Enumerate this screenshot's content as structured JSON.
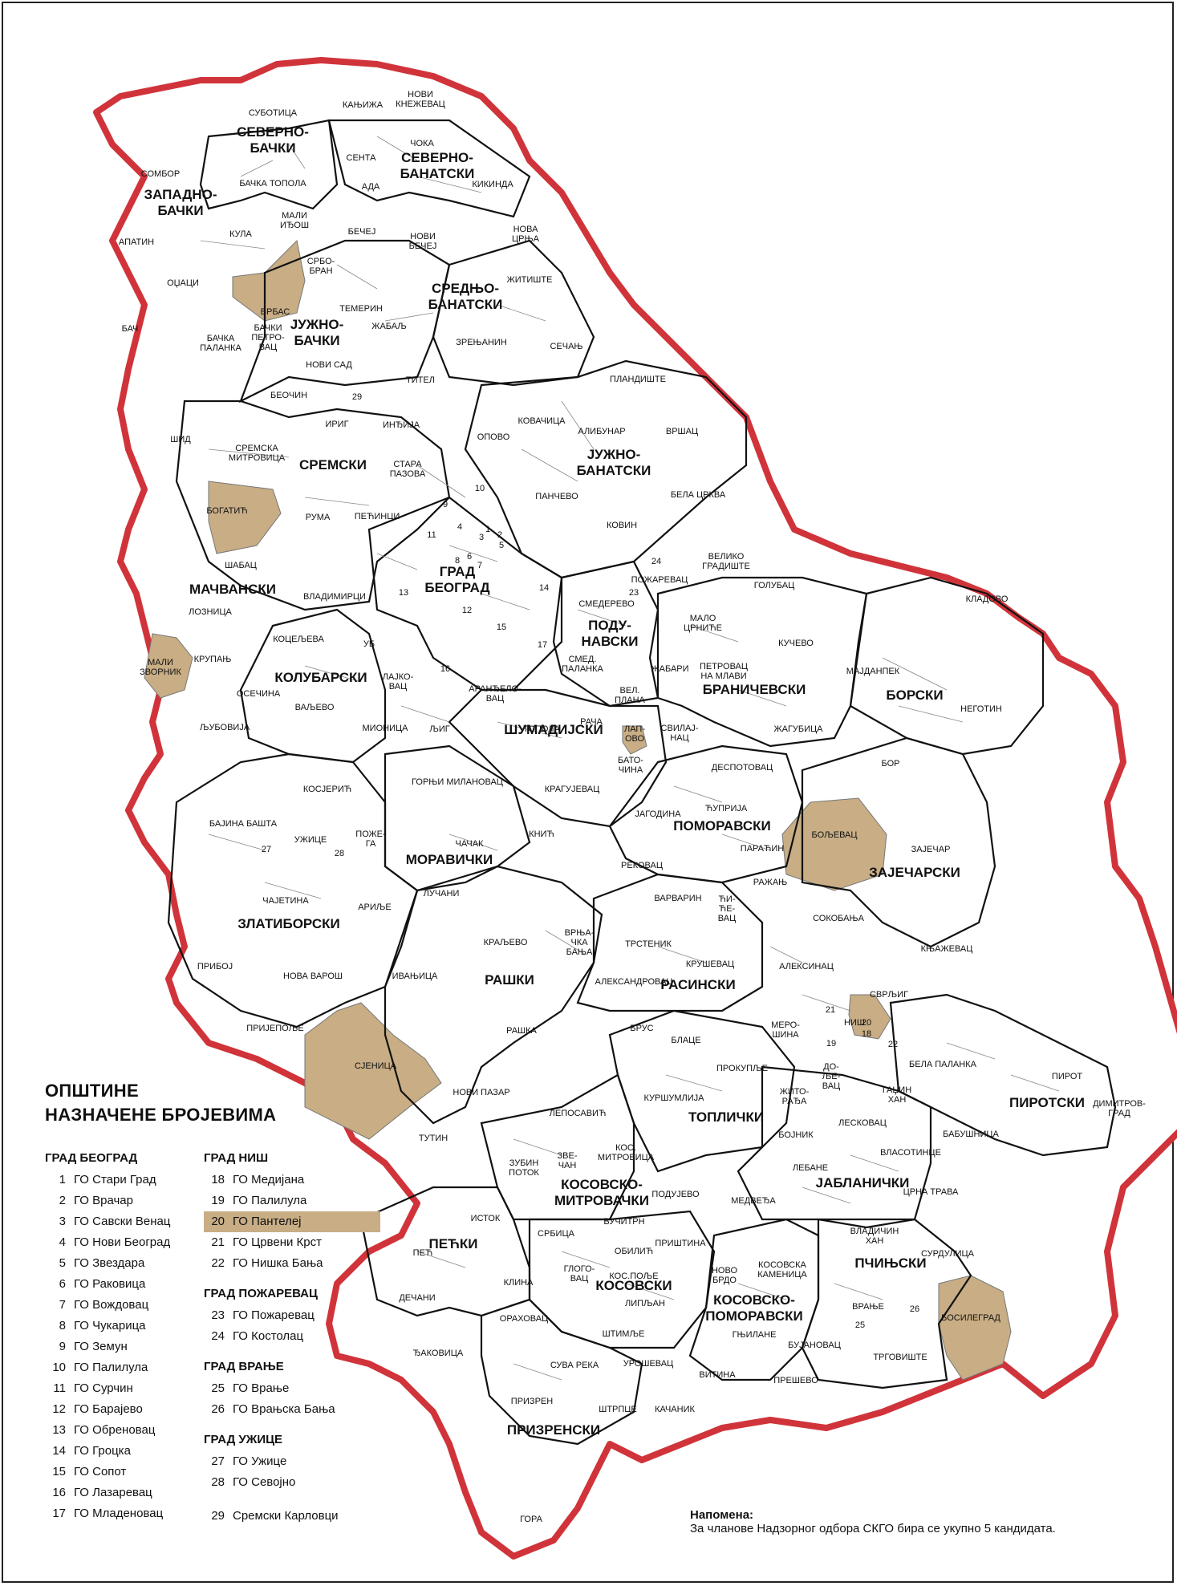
{
  "colors": {
    "outer_border": "#d0343a",
    "district_border": "#111111",
    "municipality_border": "#777777",
    "highlight": "#c8ad85"
  },
  "districts": {
    "severno_backi": "СЕВЕРНО-\nБАЧКИ",
    "zapadno_backi": "ЗАПАДНО-\nБАЧКИ",
    "juzno_backi": "ЈУЖНО-\nБАЧКИ",
    "severno_banatski": "СЕВЕРНО-\nБАНАТСКИ",
    "srednje_banatski": "СРЕДЊО-\nБАНАТСКИ",
    "juzno_banatski": "ЈУЖНО-\nБАНАТСКИ",
    "sremski": "СРЕМСКИ",
    "macvanski": "МАЧВАНСКИ",
    "grad_beograd": "ГРАД\nБЕОГРАД",
    "podunavski": "ПОДУ-\nНАВСКИ",
    "branicevski": "БРАНИЧЕВСКИ",
    "borski": "БОРСКИ",
    "kolubarski": "КОЛУБАРСКИ",
    "sumadijski": "ШУМАДИЈСКИ",
    "pomoravski": "ПОМОРАВСКИ",
    "zajecarski": "ЗАЈЕЧАРСКИ",
    "moravicki": "МОРАВИЧКИ",
    "zlatiborski": "ЗЛАТИБОРСКИ",
    "raski": "РАШКИ",
    "rasinski": "РАСИНСКИ",
    "toplicki": "ТОПЛИЧКИ",
    "pirotski": "ПИРОТСКИ",
    "jablanicki": "ЈАБЛАНИЧКИ",
    "kosovsko_mitrovacki": "КОСОВСКО-\nМИТРОВАЧКИ",
    "pecki": "ПЕЋКИ",
    "kosovski": "КОСОВСКИ",
    "kosovsko_pomoravski": "КОСОВСКО-\nПОМОРАВСКИ",
    "pcinjski": "ПЧИЊСКИ",
    "prizrenski": "ПРИЗРЕНСКИ"
  },
  "municipalities": {
    "subotica": "СУБОТИЦА",
    "kanjiza": "КАЊИЖА",
    "novi_knezevac": "НОВИ\nКНЕЖЕВАЦ",
    "sombor": "СОМБОР",
    "senta": "СЕНТА",
    "coka": "ЧОКА",
    "backa_topola": "БАЧКА ТОПОЛА",
    "ada": "АДА",
    "kikinda": "КИКИНДА",
    "mali_idjos": "МАЛИ\nИЂОШ",
    "kula": "КУЛА",
    "apatin": "АПАТИН",
    "becej": "БЕЧЕЈ",
    "novi_becej": "НОВИ\nБЕЧЕЈ",
    "nova_crnja": "НОВА\nЦРЊА",
    "srbobran": "СРБО-\nБРАН",
    "vrbas": "ВРБАС",
    "odzaci": "ОЏАЦИ",
    "zitiste": "ЖИТИШТЕ",
    "temerin": "ТЕМЕРИН",
    "bac": "БАЧ",
    "backa_palanka": "БАЧКА\nПАЛАНКА",
    "backi_petrovac": "БАЧКИ\nПЕТРО-\nВАЦ",
    "zabalj": "ЖАБАЉ",
    "zrenjanin": "ЗРЕЊАНИН",
    "secanj": "СЕЧАЊ",
    "novi_sad": "НОВИ САД",
    "titel": "ТИТЕЛ",
    "plandiste": "ПЛАНДИШТЕ",
    "beocin": "БЕОЧИН",
    "kovacica": "КОВАЧИЦА",
    "alibunar": "АЛИБУНАР",
    "vrsac": "ВРШАЦ",
    "sid": "ШИД",
    "irig": "ИРИГ",
    "indjija": "ИНЂИЈА",
    "opovo": "ОПОВО",
    "sremska_mitrovica": "СРЕМСКА\nМИТРОВИЦА",
    "stara_pazova": "СТАРА\nПАЗОВА",
    "bela_crkva": "БЕЛА ЦРКВА",
    "bogatic": "БОГАТИЋ",
    "ruma": "РУМА",
    "pecinci": "ПЕЋИНЦИ",
    "pancevo": "ПАНЧЕВО",
    "kovin": "КОВИН",
    "sabac": "ШАБАЦ",
    "pozarevac": "ПОЖАРЕВАЦ",
    "veliko_gradiste": "ВЕЛИКО\nГРАДИШТЕ",
    "golubac": "ГОЛУБАЦ",
    "kladovo": "КЛАДОВО",
    "loznica": "ЛОЗНИЦА",
    "vladimirci": "ВЛАДИМИРЦИ",
    "smederevo": "СМЕДЕРЕВО",
    "malo_crnice": "МАЛО\nЦРНИЋЕ",
    "koceljeva": "КОЦЕЉЕВА",
    "ub": "УБ",
    "kucevo": "КУЧЕВО",
    "mali_zvornik": "МАЛИ\nЗВОРНИК",
    "krupanj": "КРУПАЊ",
    "smed_palanka": "СМЕД.\nПАЛАНКА",
    "zabari": "ЖАБАРИ",
    "petrovac_na_mlavi": "ПЕТРОВАЦ\nНА МЛАВИ",
    "majdanpek": "МАЈДАНПЕК",
    "lajkovac": "ЛАЈКО-\nВАЦ",
    "arandjelovac": "АРАНЂЕЛО-\nВАЦ",
    "negotin": "НЕГОТИН",
    "osecina": "ОСЕЧИНА",
    "valjevo": "ВАЉЕВО",
    "vel_plana": "ВЕЛ.\nПЛАНА",
    "ljubovija": "ЉУБОВИЈА",
    "mionica": "МИОНИЦА",
    "ljig": "ЉИГ",
    "topola": "ТОПОЛА",
    "raca": "РАЧА",
    "lapovo": "ЛАП-\nОВО",
    "svilajnac": "СВИЛАЈ-\nНАЦ",
    "zagubica": "ЖАГУБИЦА",
    "batocina": "БАТО-\nЧИНА",
    "bor": "БОР",
    "kosjeric": "КОСЈЕРИЋ",
    "gornji_milanovac": "ГОРЊИ МИЛАНОВАЦ",
    "despotovac": "ДЕСПОТОВАЦ",
    "kragujevac": "КРАГУЈЕВАЦ",
    "jagodina": "ЈАГОДИНА",
    "cuprija": "ЋУПРИЈА",
    "boljevac": "БОЉЕВАЦ",
    "bajina_basta": "БАЈИНА БАШТА",
    "pozega": "ПОЖЕ-\nГА",
    "knic": "КНИЋ",
    "cacak": "ЧАЧАК",
    "zajecar": "ЗАЈЕЧАР",
    "uzice": "УЖИЦЕ",
    "paracin": "ПАРАЋИН",
    "rekovac": "РЕКОВАЦ",
    "razanj": "РАЖАЊ",
    "cajetina": "ЧАЈЕТИНА",
    "lucani": "ЛУЧАНИ",
    "varvarin": "ВАРВАРИН",
    "cicevac": "ЋИ-\nЋЕ-\nВАЦ",
    "arilje": "АРИЉЕ",
    "sokobanja": "СОКОБАЊА",
    "vrnjacka_banja": "ВРЊА-\nЧКА\nБАЊА",
    "trstenik": "ТРСТЕНИК",
    "krusevac": "КРУШЕВАЦ",
    "kraljevo": "КРАЉЕВО",
    "knjazevac": "КЊАЖЕВАЦ",
    "priboj": "ПРИБОЈ",
    "aleksinac": "АЛЕКСИНАЦ",
    "nova_varos": "НОВА ВАРОШ",
    "ivanjica": "ИВАЊИЦА",
    "aleksandrovac": "АЛЕКСАНДРОВАЦ",
    "svrljig": "СВРЉИГ",
    "nis": "НИШ",
    "prijepolje": "ПРИЈЕПОЉЕ",
    "raska": "РАШКА",
    "brus": "БРУС",
    "merosina": "МЕРО-\nШИНА",
    "blace": "БЛАЦЕ",
    "prokuplje": "ПРОКУПЉЕ",
    "doljevac": "ДО-\nЉЕ-\nВАЦ",
    "bela_palanka": "БЕЛА ПАЛАНКА",
    "sjenica": "СЈЕНИЦА",
    "pirot": "ПИРОТ",
    "zitoradja": "ЖИТО-\nРАЂА",
    "gadzin_han": "ГАЏИН\nХАН",
    "novi_pazar": "НОВИ ПАЗАР",
    "kursumlija": "КУРШУМЛИЈА",
    "dimitrovgrad": "ДИМИТРОВ-\nГРАД",
    "leskovac": "ЛЕСКОВАЦ",
    "babusnica": "БАБУШНИЦА",
    "tutin": "ТУТИН",
    "leposavic": "ЛЕПОСАВИЋ",
    "bojnik": "БОЈНИК",
    "vlasotince": "ВЛАСОТИНЦЕ",
    "zubin_potok": "ЗУБИН\nПОТОК",
    "zvecan": "ЗВЕ-\nЧАН",
    "kos_mitrovica": "КОС.\nМИТРОВИЦА",
    "lebane": "ЛЕБАНЕ",
    "medvedja": "МЕДВЕЂА",
    "crna_trava": "ЦРНА ТРАВА",
    "podujevo": "ПОДУЈЕВО",
    "istok": "ИСТОК",
    "vucitrn": "ВУЧИТРН",
    "srbica": "СРБИЦА",
    "vladicin_han": "ВЛАДИЧИН\nХАН",
    "surdulica": "СУРДУЛИЦА",
    "pristina": "ПРИШТИНА",
    "pec": "ПЕЋ",
    "obilic": "ОБИЛИЋ",
    "glogovac": "ГЛОГО-\nВАЦ",
    "kosovska_kamenica": "КОСОВСКА\nКАМЕНИЦА",
    "kos_polje": "КОС.ПОЉЕ",
    "klina": "КЛИНА",
    "novo_brdo": "НОВО\nБРДО",
    "lipljan": "ЛИПЉАН",
    "vranje": "ВРАЊЕ",
    "bosilegrad": "БОСИЛЕГРАД",
    "decani": "ДЕЧАНИ",
    "orahovac": "ОРАХОВАЦ",
    "stimlje": "ШТИМЉЕ",
    "gnjilane": "ГЊИЛАНЕ",
    "djakovica": "ЂАКОВИЦА",
    "suva_reka": "СУВА РЕКА",
    "urosevac": "УРОШЕВАЦ",
    "bujanovac": "БУЈАНОВАЦ",
    "trgoviste": "ТРГОВИШТЕ",
    "vitina": "ВИТИНА",
    "presevo": "ПРЕШЕВО",
    "prizren": "ПРИЗРЕН",
    "strpce": "ШТРПЦЕ",
    "kacanik": "КАЧАНИК",
    "gora": "ГОРА"
  },
  "map_numbers": [
    "1",
    "2",
    "3",
    "4",
    "5",
    "6",
    "7",
    "8",
    "9",
    "10",
    "11",
    "12",
    "13",
    "14",
    "15",
    "16",
    "17",
    "18",
    "19",
    "20",
    "21",
    "22",
    "23",
    "24",
    "25",
    "26",
    "27",
    "28",
    "29"
  ],
  "legend": {
    "title_line1": "ОПШТИНЕ",
    "title_line2": "НАЗНАЧЕНЕ БРОЈЕВИМА",
    "groups": [
      {
        "title": "ГРАД БЕОГРАД",
        "items": [
          {
            "n": "1",
            "name": "ГО Стари Град"
          },
          {
            "n": "2",
            "name": "ГО Врачар"
          },
          {
            "n": "3",
            "name": "ГО Савски Венац"
          },
          {
            "n": "4",
            "name": "ГО Нови Београд"
          },
          {
            "n": "5",
            "name": "ГО Звездара"
          },
          {
            "n": "6",
            "name": "ГО Раковица"
          },
          {
            "n": "7",
            "name": "ГО Вождовац"
          },
          {
            "n": "8",
            "name": "ГО Чукарица"
          },
          {
            "n": "9",
            "name": "ГО Земун"
          },
          {
            "n": "10",
            "name": "ГО Палилула"
          },
          {
            "n": "11",
            "name": "ГО Сурчин"
          },
          {
            "n": "12",
            "name": "ГО Барајево"
          },
          {
            "n": "13",
            "name": "ГО Обреновац"
          },
          {
            "n": "14",
            "name": "ГО Гроцка"
          },
          {
            "n": "15",
            "name": "ГО Сопот"
          },
          {
            "n": "16",
            "name": "ГО Лазаревац"
          },
          {
            "n": "17",
            "name": "ГО Младеновац"
          }
        ]
      },
      {
        "title": "ГРАД НИШ",
        "items": [
          {
            "n": "18",
            "name": "ГО Медијана"
          },
          {
            "n": "19",
            "name": "ГО Палилула"
          },
          {
            "n": "20",
            "name": "ГО Пантелеј",
            "highlight": true
          },
          {
            "n": "21",
            "name": "ГО Црвени Крст"
          },
          {
            "n": "22",
            "name": "ГО Нишка Бања"
          }
        ]
      },
      {
        "title": "ГРАД ПОЖАРЕВАЦ",
        "items": [
          {
            "n": "23",
            "name": "ГО Пожаревац"
          },
          {
            "n": "24",
            "name": "ГО Костолац"
          }
        ]
      },
      {
        "title": "ГРАД ВРАЊЕ",
        "items": [
          {
            "n": "25",
            "name": "ГО Врање"
          },
          {
            "n": "26",
            "name": "ГО Врањска Бања"
          }
        ]
      },
      {
        "title": "ГРАД УЖИЦЕ",
        "items": [
          {
            "n": "27",
            "name": "ГО Ужице"
          },
          {
            "n": "28",
            "name": "ГО Севојно"
          }
        ]
      },
      {
        "title": "",
        "items": [
          {
            "n": "29",
            "name": "Сремски Карловци"
          }
        ]
      }
    ]
  },
  "note": {
    "title": "Напомена:",
    "text": "За чланове Надзорног одбора СКГО бира се укупно 5 кандидата."
  }
}
